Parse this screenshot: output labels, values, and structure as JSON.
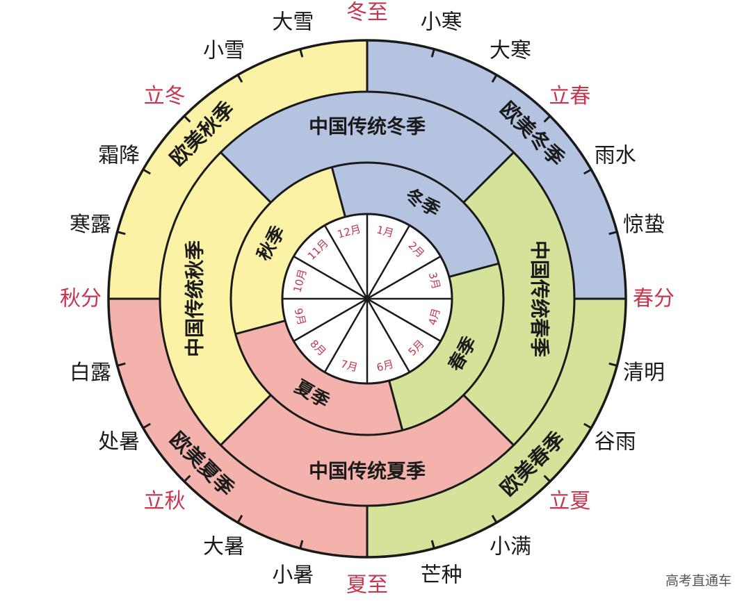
{
  "colors": {
    "yellow": "#fbf2a6",
    "blue": "#b3c3e0",
    "green": "#d4e29a",
    "red": "#f3b2ab",
    "line": "#1a1a1a",
    "term_normal": "#1a1a1a",
    "term_highlight": "#c7354f",
    "month_text": "#c4344f",
    "center_white": "#ffffff"
  },
  "solar_terms": [
    {
      "label": "冬至",
      "highlight": true
    },
    {
      "label": "小寒",
      "highlight": false
    },
    {
      "label": "大寒",
      "highlight": false
    },
    {
      "label": "立春",
      "highlight": true
    },
    {
      "label": "雨水",
      "highlight": false
    },
    {
      "label": "惊蛰",
      "highlight": false
    },
    {
      "label": "春分",
      "highlight": true
    },
    {
      "label": "清明",
      "highlight": false
    },
    {
      "label": "谷雨",
      "highlight": false
    },
    {
      "label": "立夏",
      "highlight": true
    },
    {
      "label": "小满",
      "highlight": false
    },
    {
      "label": "芒种",
      "highlight": false
    },
    {
      "label": "夏至",
      "highlight": true
    },
    {
      "label": "小暑",
      "highlight": false
    },
    {
      "label": "大暑",
      "highlight": false
    },
    {
      "label": "立秋",
      "highlight": true
    },
    {
      "label": "处暑",
      "highlight": false
    },
    {
      "label": "白露",
      "highlight": false
    },
    {
      "label": "秋分",
      "highlight": true
    },
    {
      "label": "寒露",
      "highlight": false
    },
    {
      "label": "霜降",
      "highlight": false
    },
    {
      "label": "立冬",
      "highlight": true
    },
    {
      "label": "小雪",
      "highlight": false
    },
    {
      "label": "大雪",
      "highlight": false
    }
  ],
  "western_seasons": [
    {
      "label": "欧美冬季",
      "color_key": "blue"
    },
    {
      "label": "欧美春季",
      "color_key": "green"
    },
    {
      "label": "欧美夏季",
      "color_key": "red"
    },
    {
      "label": "欧美秋季",
      "color_key": "yellow"
    }
  ],
  "chinese_traditional_seasons": [
    {
      "label": "中国传统冬季",
      "color_key": "blue"
    },
    {
      "label": "中国传统春季",
      "color_key": "green"
    },
    {
      "label": "中国传统夏季",
      "color_key": "red"
    },
    {
      "label": "中国传统秋季",
      "color_key": "yellow"
    }
  ],
  "meteorological_seasons": [
    {
      "label": "冬季",
      "color_key": "blue"
    },
    {
      "label": "春季",
      "color_key": "green"
    },
    {
      "label": "夏季",
      "color_key": "red"
    },
    {
      "label": "秋季",
      "color_key": "yellow"
    }
  ],
  "months": [
    "1月",
    "2月",
    "3月",
    "4月",
    "5月",
    "6月",
    "7月",
    "8月",
    "9月",
    "10月",
    "11月",
    "12月"
  ],
  "watermark": "高考直通车"
}
